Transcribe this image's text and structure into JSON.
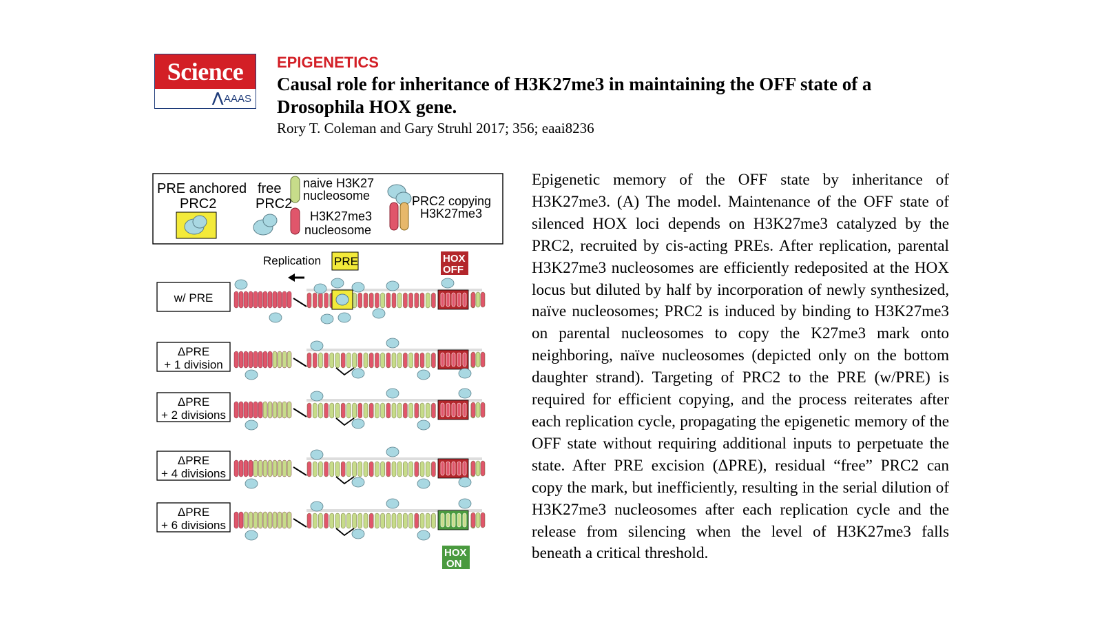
{
  "journal": {
    "name": "Science",
    "publisher_mark": "AAAS"
  },
  "header": {
    "section": "EPIGENETICS",
    "title": "Causal role for inheritance of H3K27me3 in maintaining the OFF state of  a Drosophila HOX gene.",
    "citation": "Rory T. Coleman and Gary Struhl 2017; 356; eaai8236"
  },
  "figure": {
    "legend": {
      "pre_anchored": "PRE anchored",
      "prc2_a": "PRC2",
      "free": "free",
      "prc2_b": "PRC2",
      "naive_1": "naive H3K27",
      "naive_2": "nucleosome",
      "me3_1": "H3K27me3",
      "me3_2": "nucleosome",
      "copying_1": "PRC2 copying",
      "copying_2": "H3K27me3"
    },
    "replication_label": "Replication",
    "pre_label": "PRE",
    "hox_off": [
      "HOX",
      "OFF"
    ],
    "hox_on": [
      "HOX",
      "ON"
    ],
    "rows": [
      {
        "label_1": "w/ PRE",
        "label_2": ""
      },
      {
        "label_1": "ΔPRE",
        "label_2": "+ 1 division"
      },
      {
        "label_1": "ΔPRE",
        "label_2": "+ 2 divisions"
      },
      {
        "label_1": "ΔPRE",
        "label_2": "+ 4 divisions"
      },
      {
        "label_1": "ΔPRE",
        "label_2": "+ 6 divisions"
      }
    ],
    "colors": {
      "methylated": "#e0566b",
      "naive": "#c7dc8a",
      "prc2": "#a9d8e2",
      "pre_yellow": "#f3ea3a",
      "hox_off": "#b3262b",
      "hox_on": "#4a9a3f"
    }
  },
  "abstract": "Epigenetic memory of the OFF state by inheritance of H3K27me3. (A) The model. Maintenance of the OFF state of silenced HOX loci depends on H3K27me3 catalyzed by the PRC2, recruited by cis-acting PREs. After replication, parental H3K27me3 nucleosomes are efficiently redeposited at the HOX locus but diluted by half by incorporation of newly synthesized, naïve nucleosomes; PRC2 is induced by binding to H3K27me3 on parental nucleosomes to copy the K27me3 mark onto neighboring, naïve nucleosomes (depicted only on the bottom daughter strand). Targeting of PRC2 to the PRE (w/PRE) is required for efficient copying, and the process reiterates after each replication cycle, propagating the epigenetic memory of the OFF state without requiring additional inputs to perpetuate the state. After PRE excision (ΔPRE), residual “free” PRC2 can copy the mark, but inefficiently, resulting in the serial dilution of H3K27me3 nucleosomes after each replication cycle and the release from silencing when the level of H3K27me3 falls beneath a critical threshold."
}
